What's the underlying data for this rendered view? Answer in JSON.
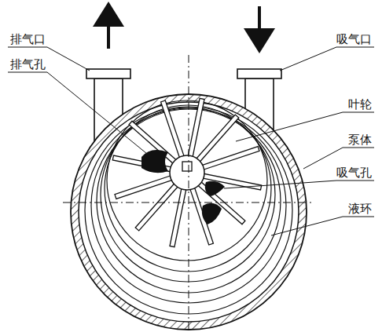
{
  "diagram": {
    "labels": [
      "排气口",
      "吸气口",
      "排气孔",
      "叶轮",
      "泵体",
      "吸气孔",
      "液环"
    ]
  }
}
